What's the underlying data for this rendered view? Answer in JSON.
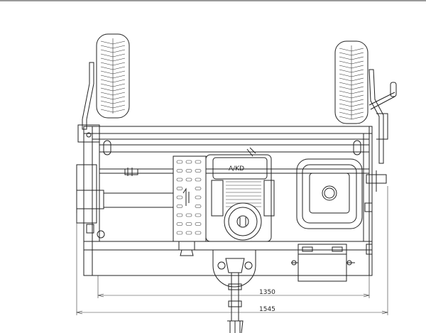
{
  "drawing": {
    "dimensions": {
      "inner_width": "1350",
      "overall_width": "1545"
    },
    "labels": {
      "engine_brand": "A/KD"
    },
    "colors": {
      "line": "#222222",
      "background": "#ffffff",
      "frame": "#9a9a9a"
    }
  }
}
